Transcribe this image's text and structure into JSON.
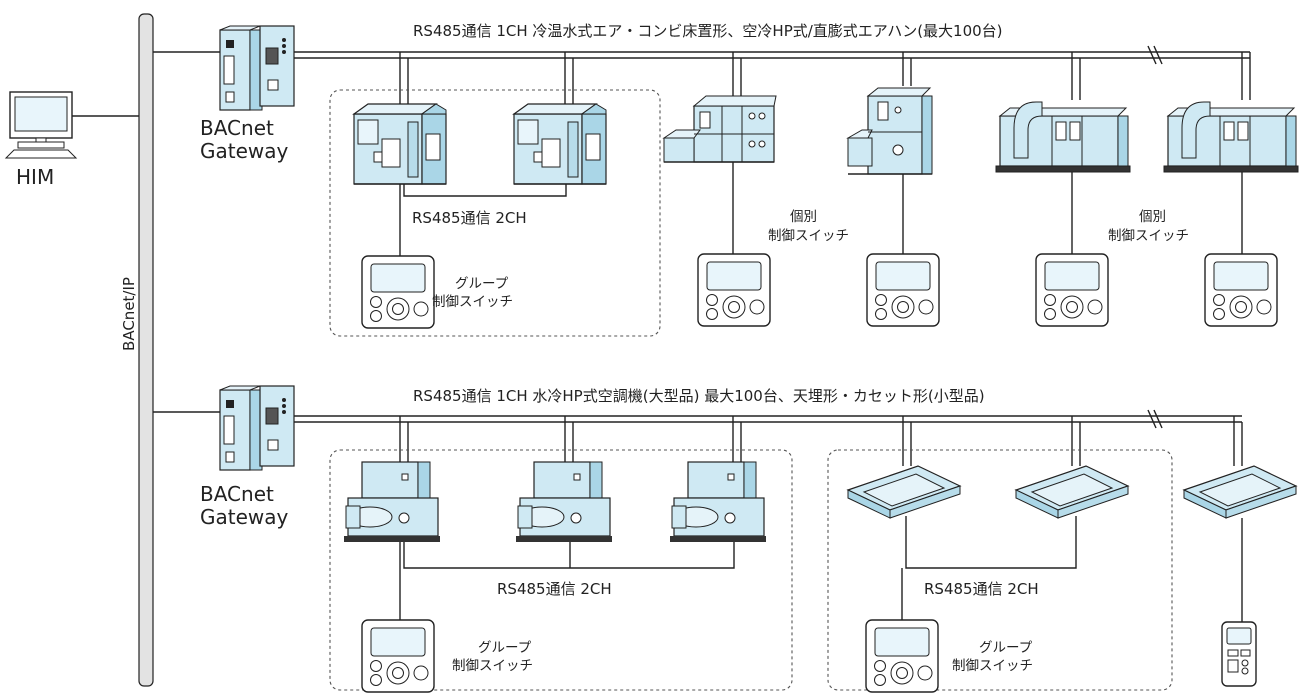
{
  "labels": {
    "him": "HIM",
    "backbone": "BACnet/IP",
    "gateway_top_1": "BACnet",
    "gateway_top_2": "Gateway",
    "gateway_bottom_1": "BACnet",
    "gateway_bottom_2": "Gateway",
    "bus_top": "RS485通信 1CH 冷温水式エア・コンビ床置形、空冷HP式/直膨式エアハン(最大100台)",
    "bus_bottom": "RS485通信 1CH 水冷HP式空調機(大型品) 最大100台、天埋形・カセット形(小型品)",
    "rs485_2ch_top": "RS485通信 2CH",
    "rs485_2ch_bottom_left": "RS485通信 2CH",
    "rs485_2ch_bottom_right": "RS485通信 2CH",
    "group_switch_top_1": "グループ",
    "group_switch_top_2": "制御スイッチ",
    "group_switch_bl_1": "グループ",
    "group_switch_bl_2": "制御スイッチ",
    "group_switch_br_1": "グループ",
    "group_switch_br_2": "制御スイッチ",
    "indiv_switch_1a": "個別",
    "indiv_switch_1b": "制御スイッチ",
    "indiv_switch_2a": "個別",
    "indiv_switch_2b": "制御スイッチ"
  },
  "colors": {
    "unit_fill": "#cfe9f3",
    "unit_fill_dark": "#aad6e7",
    "line": "#222222",
    "backbone_fill": "#e3e3e3",
    "dashed": "#555555"
  }
}
